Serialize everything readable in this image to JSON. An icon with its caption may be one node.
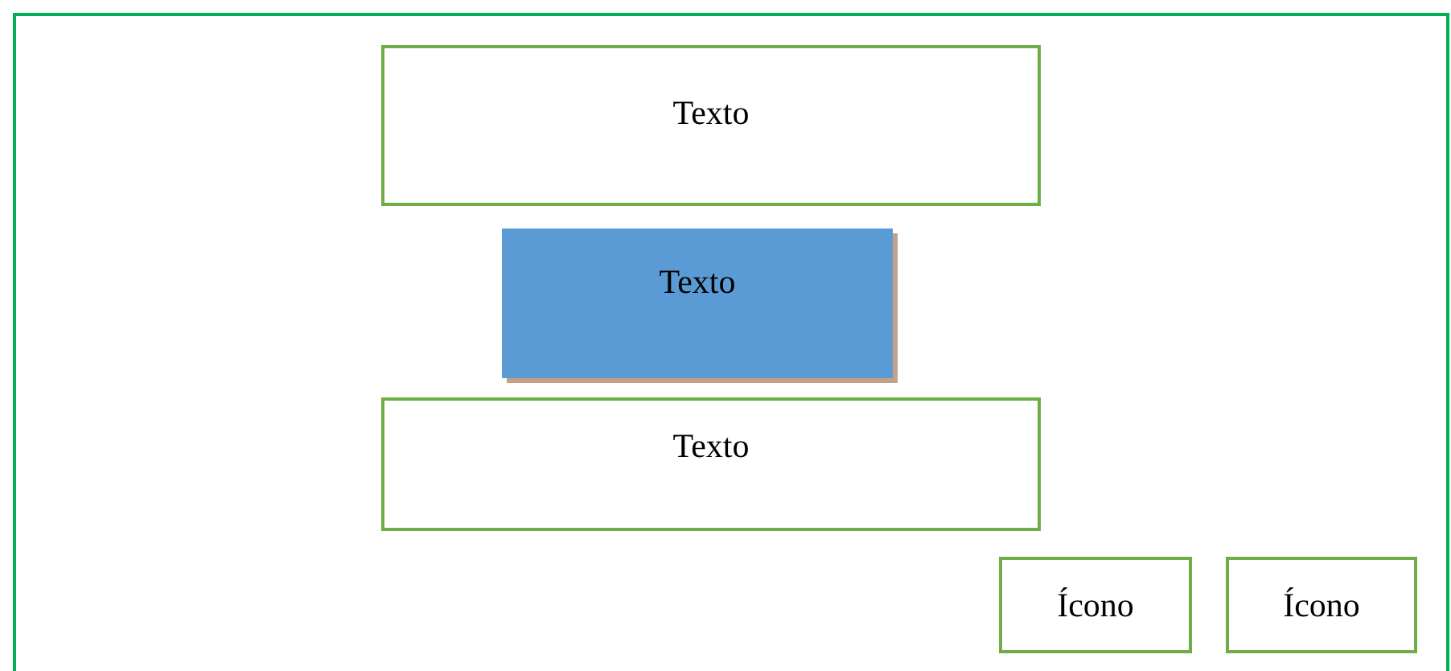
{
  "diagram": {
    "nodes": [
      {
        "text": [],
        "shape": "box"
      },
      {
        "text": [
          "Texto"
        ],
        "in": 0
      },
      {
        "text": [
          "Texto"
        ],
        "in": 0
      },
      {
        "text": [
          "Texto"
        ],
        "in": 0
      },
      {
        "text": [
          "Ícono"
        ],
        "in": 0
      },
      {
        "text": [
          "Ícono"
        ],
        "in": 0
      }
    ]
  }
}
